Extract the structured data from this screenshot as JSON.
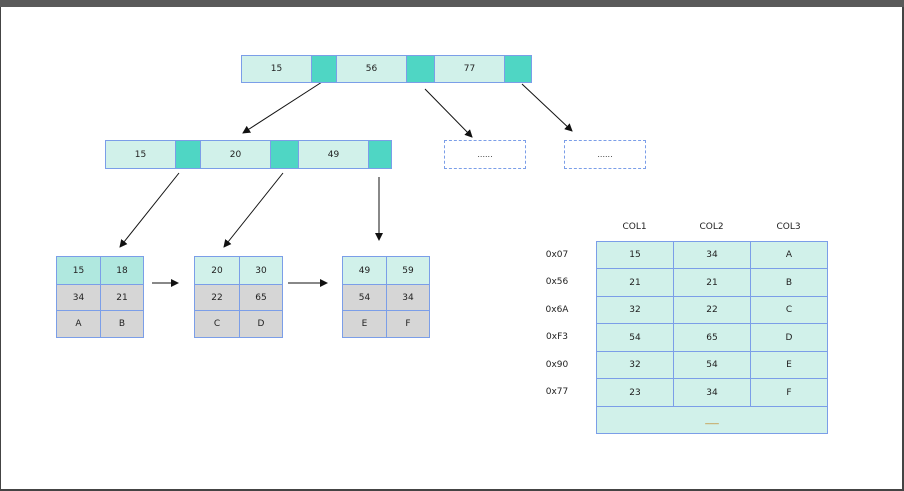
{
  "colors": {
    "key": "#d1f1ea",
    "pointer": "#4fd6c4",
    "leaf_data": "#d6d6d6",
    "border": "#7b9ee8"
  },
  "root": {
    "keys": [
      "15",
      "56",
      "77"
    ]
  },
  "inner": {
    "keys": [
      "15",
      "20",
      "49"
    ]
  },
  "placeholders": [
    "......",
    "......"
  ],
  "leaves": [
    {
      "keys": [
        "15",
        "18"
      ],
      "col2": [
        "34",
        "21"
      ],
      "col3": [
        "A",
        "B"
      ]
    },
    {
      "keys": [
        "20",
        "30"
      ],
      "col2": [
        "22",
        "65"
      ],
      "col3": [
        "C",
        "D"
      ]
    },
    {
      "keys": [
        "49",
        "59"
      ],
      "col2": [
        "54",
        "34"
      ],
      "col3": [
        "E",
        "F"
      ]
    }
  ],
  "table": {
    "headers": [
      "COL1",
      "COL2",
      "COL3"
    ],
    "rows": [
      {
        "addr": "0x07",
        "cells": [
          "15",
          "34",
          "A"
        ]
      },
      {
        "addr": "0x56",
        "cells": [
          "21",
          "21",
          "B"
        ]
      },
      {
        "addr": "0x6A",
        "cells": [
          "32",
          "22",
          "C"
        ]
      },
      {
        "addr": "0xF3",
        "cells": [
          "54",
          "65",
          "D"
        ]
      },
      {
        "addr": "0x90",
        "cells": [
          "32",
          "54",
          "E"
        ]
      },
      {
        "addr": "0x77",
        "cells": [
          "23",
          "34",
          "F"
        ]
      }
    ],
    "more": "___"
  }
}
